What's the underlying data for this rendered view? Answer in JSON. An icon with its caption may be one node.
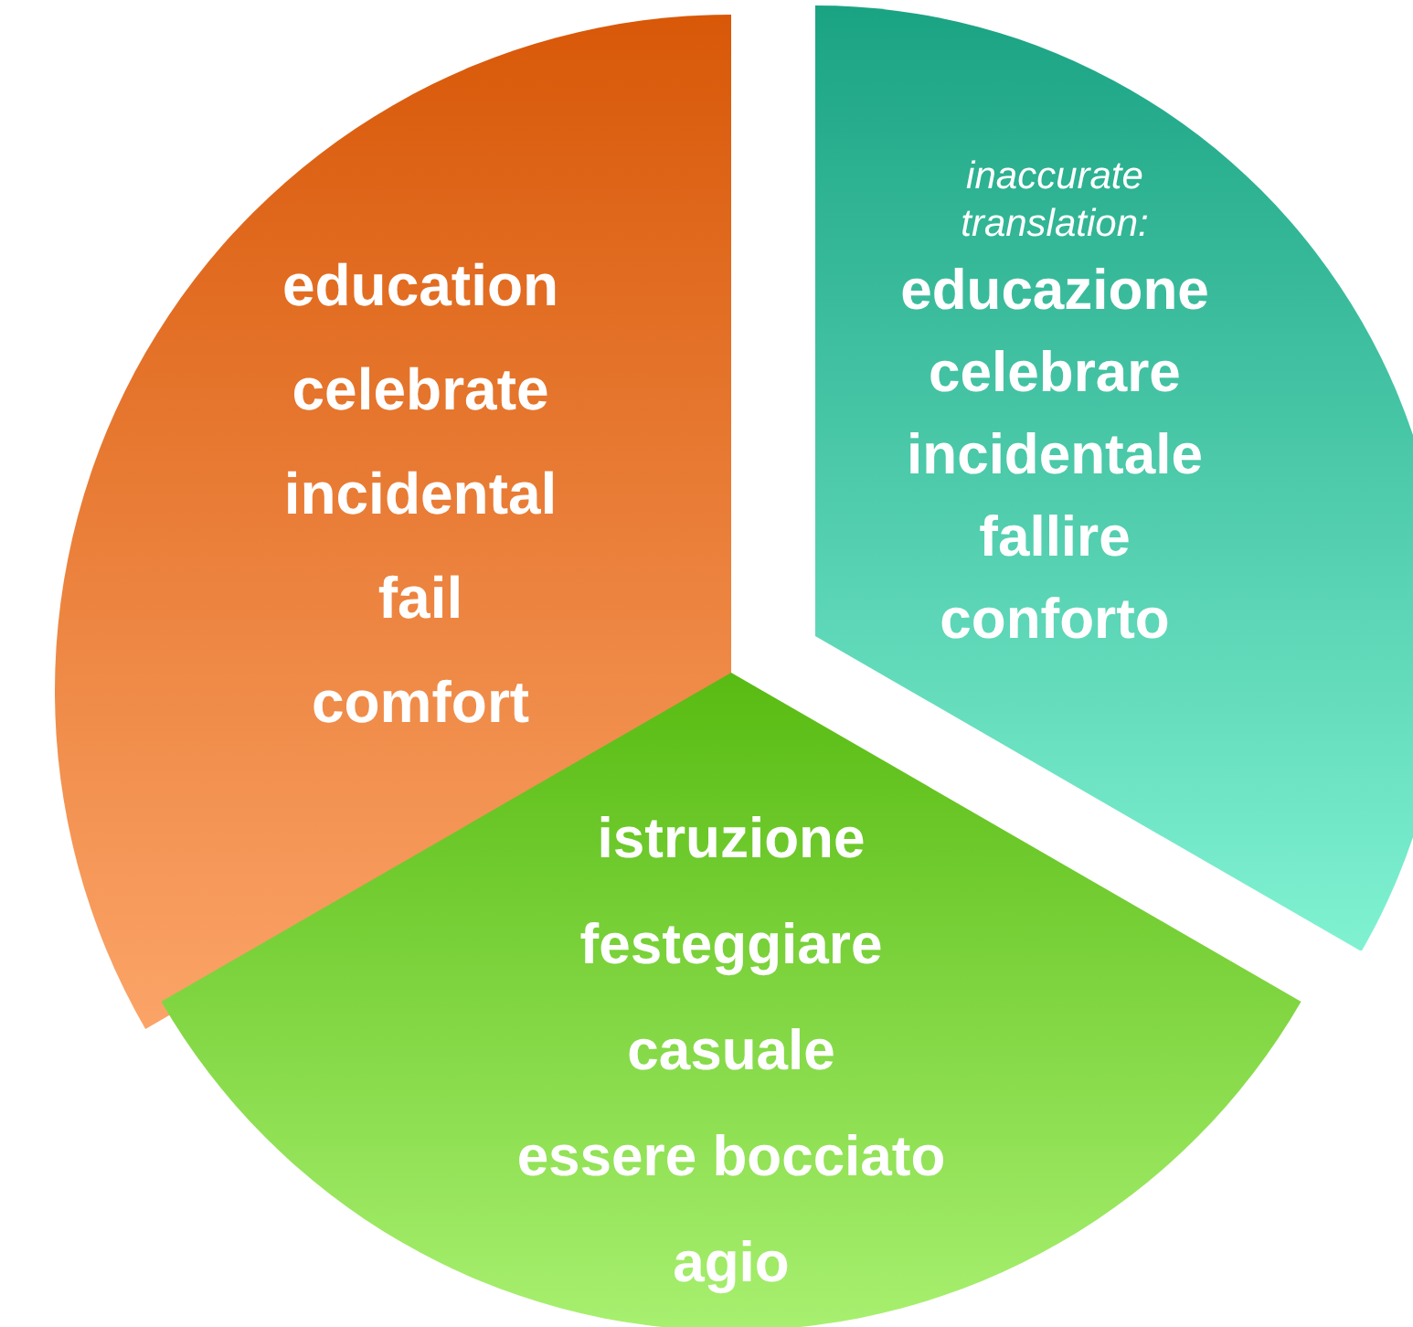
{
  "diagram": {
    "nodes": [
      {
        "text": [
          "education",
          "celebrate",
          "incidental",
          "fail",
          "comfort"
        ]
      },
      {
        "text": [
          "inaccurate translation:",
          "educazione",
          "celebrare",
          "incidentale",
          "fallire",
          "conforto"
        ]
      },
      {
        "text": [
          "istruzione",
          "festeggiare",
          "casuale",
          "essere bocciato",
          "agio"
        ]
      }
    ]
  }
}
